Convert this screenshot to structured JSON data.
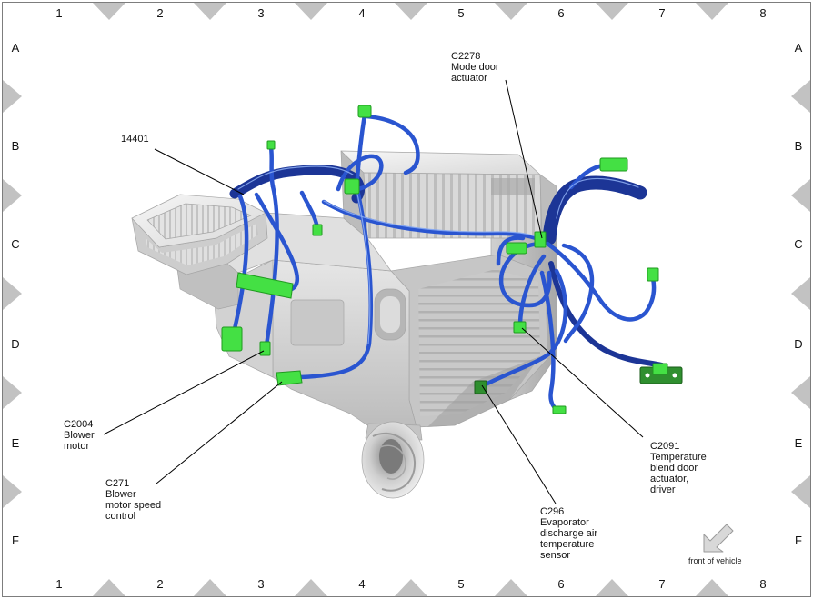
{
  "grid": {
    "columns": [
      "1",
      "2",
      "3",
      "4",
      "5",
      "6",
      "7",
      "8"
    ],
    "rows": [
      "A",
      "B",
      "C",
      "D",
      "E",
      "F"
    ]
  },
  "callouts": {
    "harness_14401": [
      "14401"
    ],
    "c2278": [
      "C2278",
      "Mode door",
      "actuator"
    ],
    "c2004": [
      "C2004",
      "Blower",
      "motor"
    ],
    "c271": [
      "C271",
      "Blower",
      "motor speed",
      "control"
    ],
    "c296": [
      "C296",
      "Evaporator",
      "discharge air",
      "temperature",
      "sensor"
    ],
    "c2091": [
      "C2091",
      "Temperature",
      "blend door",
      "actuator,",
      "driver"
    ]
  },
  "orientation": {
    "label": "front of vehicle",
    "icon": "front-arrow-icon"
  },
  "colors": {
    "harness": "#2a55d0",
    "harness_trunk": "#1c3596",
    "connector": "#44e044",
    "grid_marker": "#c2c2c2",
    "leader_line": "#000000"
  }
}
